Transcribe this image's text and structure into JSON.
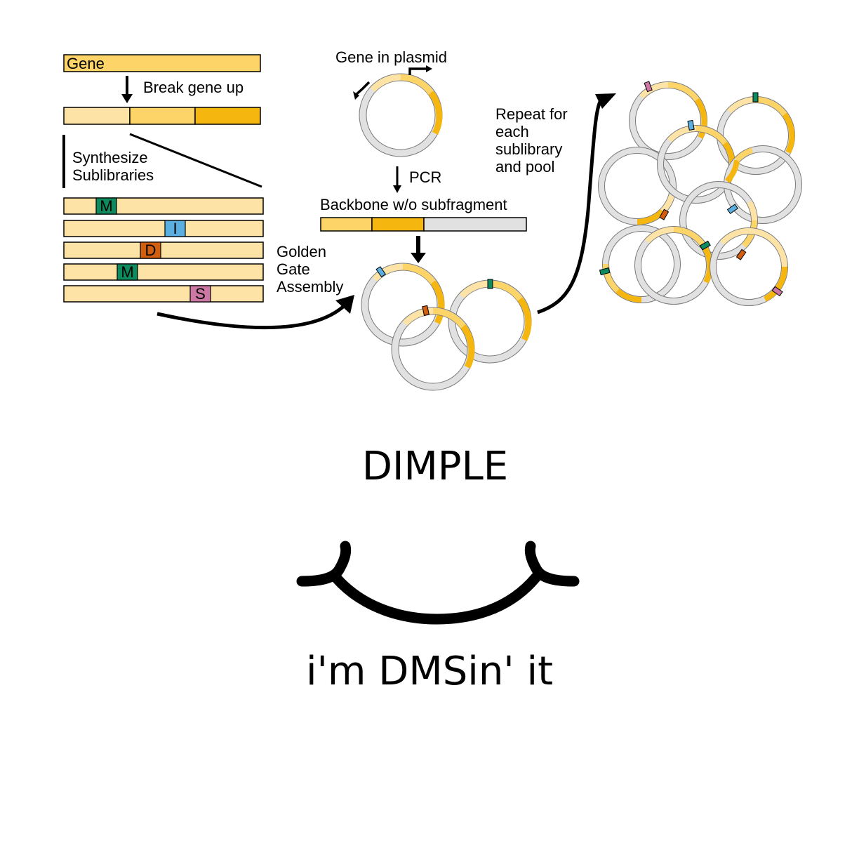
{
  "labels": {
    "gene": "Gene",
    "break_gene_up": "Break gene up",
    "synthesize_line1": "Synthesize",
    "synthesize_line2": "Sublibraries",
    "gene_in_plasmid": "Gene in plasmid",
    "pcr": "PCR",
    "backbone": "Backbone w/o subfragment",
    "golden_line1": "Golden",
    "golden_line2": "Gate",
    "golden_line3": "Assembly",
    "repeat_line1": "Repeat for",
    "repeat_line2": "each",
    "repeat_line3": "sublibrary",
    "repeat_line4": "and pool"
  },
  "sublibraries": [
    {
      "letter": "M",
      "color": "#0e8a5f"
    },
    {
      "letter": "I",
      "color": "#5aaee0"
    },
    {
      "letter": "D",
      "color": "#d25e10"
    },
    {
      "letter": "M",
      "color": "#0e8a5f"
    },
    {
      "letter": "S",
      "color": "#cc77a4"
    }
  ],
  "colors": {
    "light": "#fde3a6",
    "mid": "#fcd468",
    "dark": "#f5b70f",
    "backbone": "#e1e1e1",
    "outline": "#7a7a7a"
  },
  "title": "DIMPLE",
  "tagline": "i'm DMSin' it"
}
